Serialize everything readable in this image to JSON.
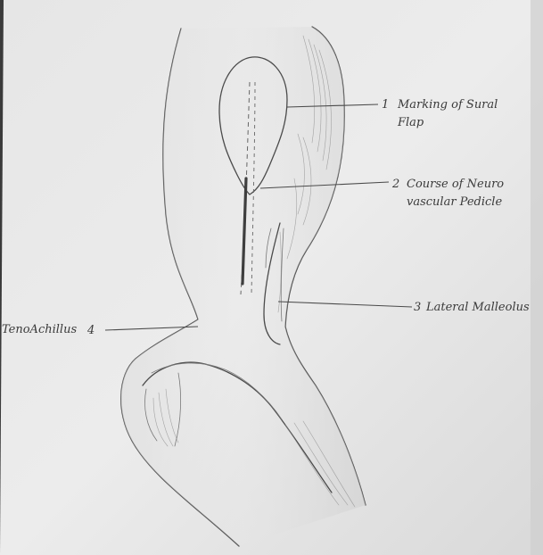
{
  "labels": {
    "marking_num": "1",
    "marking_line1": "Marking of Sural",
    "marking_line2": "Flap",
    "course_num": "2",
    "course_line1": "Course of Neuro",
    "course_line2": "vascular Pedicle",
    "malleolus_num": "3",
    "malleolus_text": "Lateral Malleolus",
    "tendon_text": "TenoAchillus",
    "tendon_num": "4"
  }
}
